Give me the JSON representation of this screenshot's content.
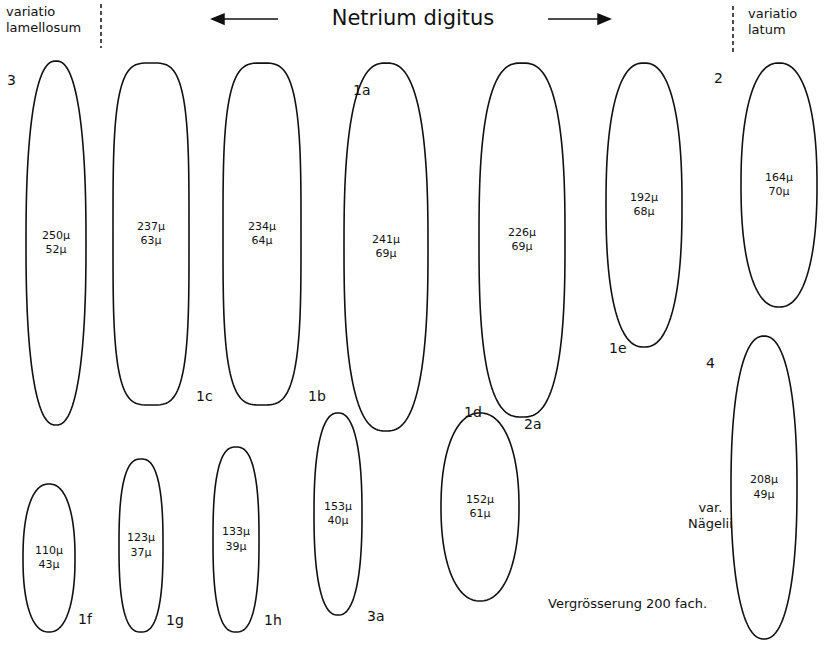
{
  "diagram": {
    "title": "Netrium digitus",
    "nodes": [
      {
        "text": [
          "250μ 52μ",
          "3"
        ]
      },
      {
        "text": [
          "237μ 63μ",
          "1c"
        ]
      },
      {
        "text": [
          "234μ 64μ",
          "1b"
        ]
      },
      {
        "text": [
          "241μ 69μ",
          "1a"
        ]
      },
      {
        "text": [
          "226μ 69μ",
          "1d"
        ]
      },
      {
        "text": [
          "192μ 68μ",
          "1e"
        ]
      },
      {
        "text": [
          "164μ 70μ",
          "2"
        ]
      },
      {
        "text": [
          "208μ 49μ",
          "4"
        ]
      },
      {
        "text": [
          "110μ 43μ",
          "1f"
        ]
      },
      {
        "text": [
          "123μ 37μ",
          "1g"
        ]
      },
      {
        "text": [
          "133μ 39μ",
          "1h"
        ]
      },
      {
        "text": [
          "153μ 40μ",
          "3a"
        ]
      },
      {
        "text": [
          "152μ 61μ",
          "2a"
        ]
      }
    ],
    "labels": [
      "variatio lamellosum",
      "variatio latum",
      "var. Nägelii",
      "Vergrösserung 200 fach."
    ]
  }
}
